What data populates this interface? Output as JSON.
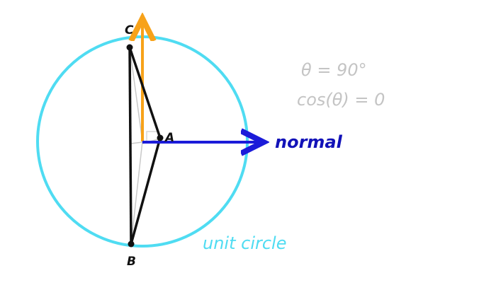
{
  "diagram": {
    "points": {
      "a": "A",
      "b": "B",
      "c": "C"
    },
    "normal_label": "normal",
    "circle_label": "unit circle",
    "formula": {
      "angle": "θ = 90°",
      "cosine": "cos(θ) = 0"
    },
    "colors": {
      "circle": "#4fdcf2",
      "normal_arrow": "#1b1bd9",
      "normal_label": "#1212b8",
      "vertical_arrow": "#f7a21a",
      "triangle": "#111111",
      "projection_lines": "#c8c8c8",
      "formula_text": "#c4c4c4",
      "circle_text": "#4fdcf2"
    }
  }
}
